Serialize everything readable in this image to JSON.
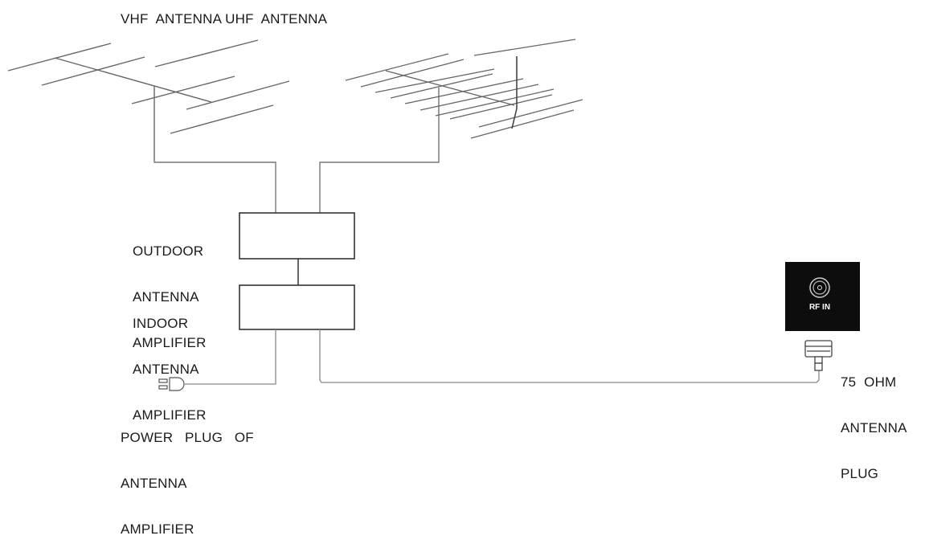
{
  "header": {
    "title": "VHF  ANTENNA UHF  ANTENNA"
  },
  "components": {
    "vhf_antenna": {
      "label": "VHF ANTENNA"
    },
    "uhf_antenna": {
      "label": "UHF ANTENNA"
    },
    "outdoor_amplifier": {
      "lines": [
        "OUTDOOR",
        "ANTENNA",
        "AMPLIFIER"
      ]
    },
    "indoor_amplifier": {
      "lines": [
        "INDOOR",
        "ANTENNA",
        "AMPLIFIER"
      ]
    },
    "power_plug": {
      "lines": [
        "POWER   PLUG   OF",
        "ANTENNA",
        "AMPLIFIER"
      ]
    },
    "tv_input": {
      "label": "RF IN"
    },
    "antenna_plug": {
      "lines": [
        "75  OHM",
        "ANTENNA",
        "PLUG"
      ]
    }
  },
  "colors": {
    "line": "#555555",
    "box_border": "#333333",
    "tv_panel": "#0d0d0d",
    "text": "#1a1a1a"
  }
}
